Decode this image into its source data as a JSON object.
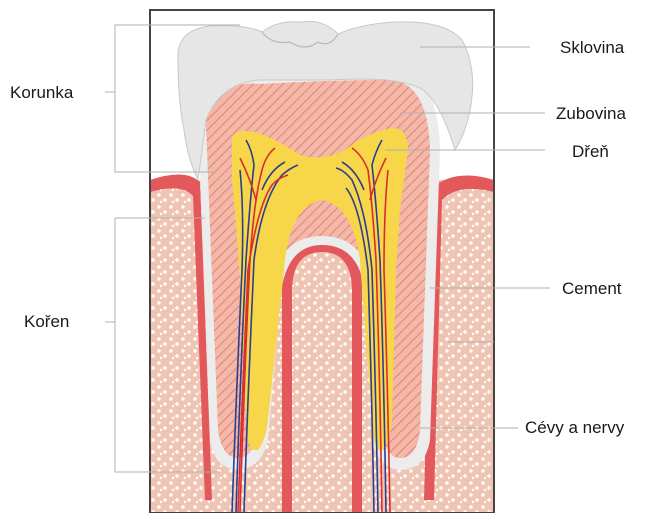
{
  "diagram": {
    "labels": {
      "korunka": "Korunka",
      "koren": "Kořen",
      "sklovina": "Sklovina",
      "zubovina": "Zubovina",
      "dren": "Dřeň",
      "cement": "Cement",
      "cevy": "Cévy a nervy"
    },
    "colors": {
      "enamel": "#e6e6e6",
      "dentin": "#f1b3a5",
      "dentin_hatch": "#e8846f",
      "pulp": "#f7d64a",
      "gum": "#e2585b",
      "bone_bg": "#f0c4b3",
      "bone_dots": "#ffffff",
      "vessel_red": "#d92e2e",
      "nerve_blue": "#2b3f8f",
      "leader": "#b0b0b0",
      "frame": "#444444"
    }
  }
}
